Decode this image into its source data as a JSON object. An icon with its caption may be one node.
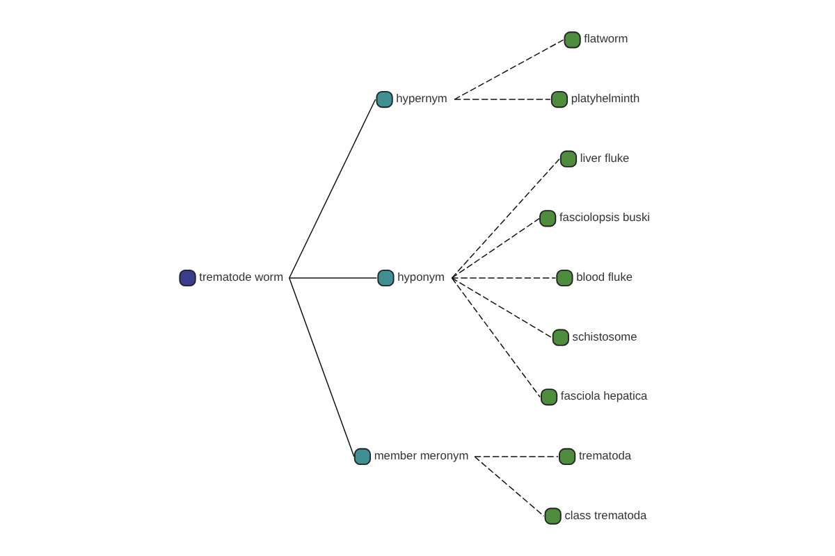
{
  "diagram": {
    "nodes": [
      {
        "text": [
          "liver fluke"
        ]
      },
      {
        "text": [
          "fasciolopsis buski"
        ]
      },
      {
        "text": [
          "flatworm"
        ]
      },
      {
        "text": [
          "platyhelminth"
        ]
      },
      {
        "text": [
          "hypernym"
        ]
      },
      {
        "text": [
          "hyponym"
        ]
      },
      {
        "text": [
          "blood fluke"
        ]
      },
      {
        "text": [
          "trematode worm"
        ]
      },
      {
        "text": [
          "trematoda"
        ]
      },
      {
        "text": [
          "member meronym"
        ]
      },
      {
        "text": [
          "schistosome"
        ]
      },
      {
        "text": [
          "fasciola hepatica"
        ]
      },
      {
        "text": [
          "class trematoda"
        ]
      }
    ],
    "edges": [
      {
        "from": 7,
        "to": 4,
        "arrow": "none"
      },
      {
        "from": 7,
        "to": 5,
        "arrow": "none"
      },
      {
        "from": 7,
        "to": 9,
        "arrow": "none"
      },
      {
        "from": 4,
        "to": 2,
        "arrow": "none",
        "style": "dashed"
      },
      {
        "from": 4,
        "to": 3,
        "arrow": "none",
        "style": "dashed"
      },
      {
        "from": 5,
        "to": 0,
        "arrow": "none",
        "style": "dashed"
      },
      {
        "from": 5,
        "to": 1,
        "arrow": "none",
        "style": "dashed"
      },
      {
        "from": 5,
        "to": 6,
        "arrow": "none",
        "style": "dashed"
      },
      {
        "from": 5,
        "to": 10,
        "arrow": "none",
        "style": "dashed"
      },
      {
        "from": 5,
        "to": 11,
        "arrow": "none",
        "style": "dashed"
      },
      {
        "from": 9,
        "to": 8,
        "arrow": "none",
        "style": "dashed"
      },
      {
        "from": 9,
        "to": 12,
        "arrow": "none",
        "style": "dashed"
      }
    ]
  }
}
